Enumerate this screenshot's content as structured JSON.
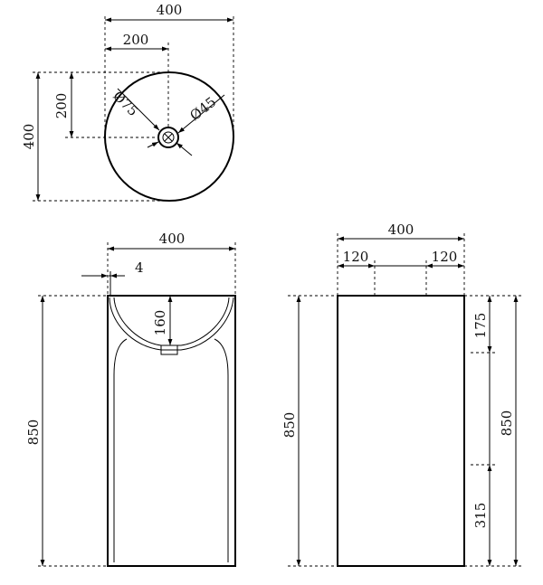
{
  "top_view": {
    "width": "400",
    "center_offset": "200",
    "depth": "400",
    "center_depth": "200",
    "bowl_dia": "Ø75",
    "drain_dia": "Ø45"
  },
  "front_view": {
    "width": "400",
    "rim": "4",
    "bowl_depth": "160",
    "height": "850"
  },
  "side_view": {
    "width": "400",
    "left_offset": "120",
    "right_offset": "120",
    "height": "850",
    "right_height": "850",
    "upper_offset": "175",
    "lower_offset": "315"
  }
}
